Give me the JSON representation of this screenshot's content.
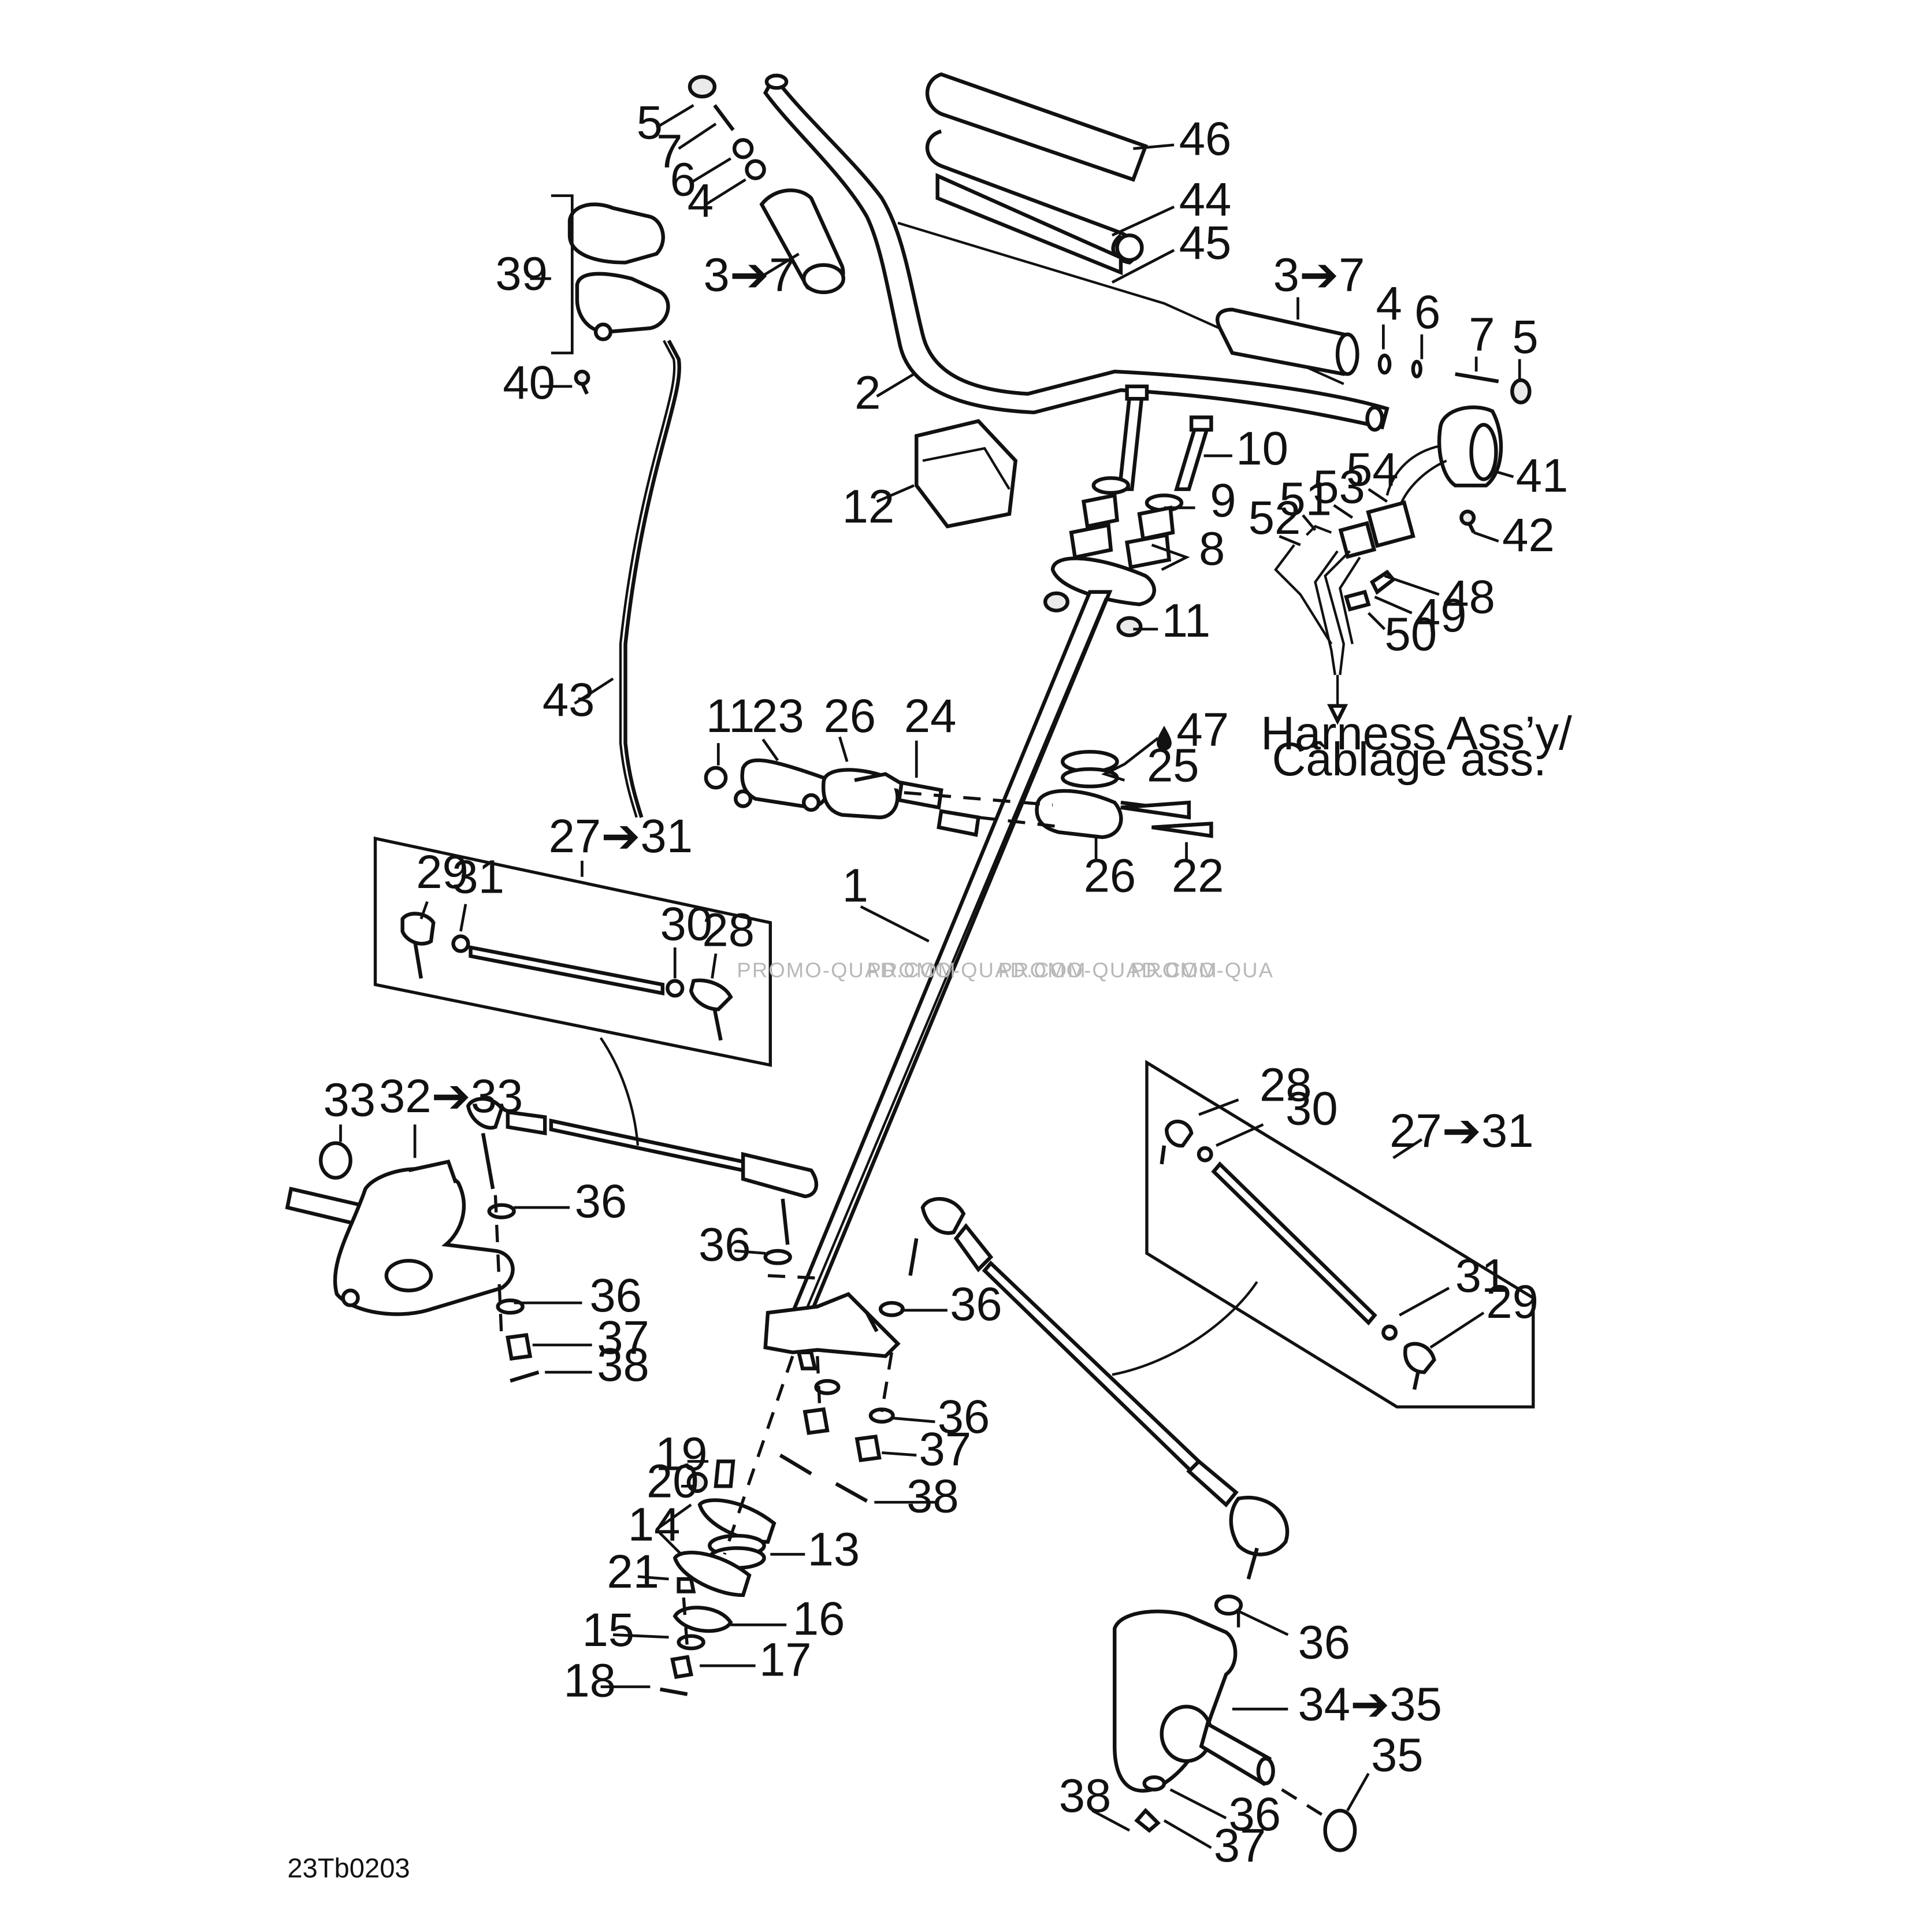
{
  "diagram": {
    "code": "23Tb0203",
    "watermark": [
      "PROMO-QUAD.COM",
      "PROMO-QUAD.COM",
      "PROMO-QUAD.COM",
      "PROMO-QUA"
    ],
    "harness_note": [
      "Harness Ass’y/",
      "Câblage ass."
    ],
    "labels": {
      "p1": "1",
      "p2": "2",
      "p3a": "3➔7",
      "p3b": "3➔7",
      "p4a": "4",
      "p4b": "4",
      "p5a": "5",
      "p5b": "5",
      "p6a": "6",
      "p6b": "6",
      "p7a": "7",
      "p7b": "7",
      "p8": "8",
      "p9": "9",
      "p10": "10",
      "p11a": "11",
      "p11b": "11",
      "p12": "12",
      "p13": "13",
      "p14": "14",
      "p15": "15",
      "p16": "16",
      "p17": "17",
      "p18": "18",
      "p19": "19",
      "p20": "20",
      "p21": "21",
      "p22": "22",
      "p23": "23",
      "p24": "24",
      "p25": "25",
      "p26a": "26",
      "p26b": "26",
      "p27a": "27➔31",
      "p27b": "27➔31",
      "p28a": "28",
      "p28b": "28",
      "p29a": "29",
      "p29b": "29",
      "p30a": "30",
      "p30b": "30",
      "p31a": "31",
      "p31b": "31",
      "p32": "32➔33",
      "p33": "33",
      "p34": "34➔35",
      "p35": "35",
      "p36a": "36",
      "p36b": "36",
      "p36c": "36",
      "p36d": "36",
      "p36e": "36",
      "p36f": "36",
      "p36g": "36",
      "p37a": "37",
      "p37b": "37",
      "p37c": "37",
      "p38a": "38",
      "p38b": "38",
      "p38c": "38",
      "p39": "39",
      "p40": "40",
      "p41": "41",
      "p42": "42",
      "p43": "43",
      "p44": "44",
      "p45": "45",
      "p46": "46",
      "p47": "47",
      "p48": "48",
      "p49": "49",
      "p50": "50",
      "p51": "51",
      "p52": "52",
      "p53": "53",
      "p54": "54"
    }
  }
}
